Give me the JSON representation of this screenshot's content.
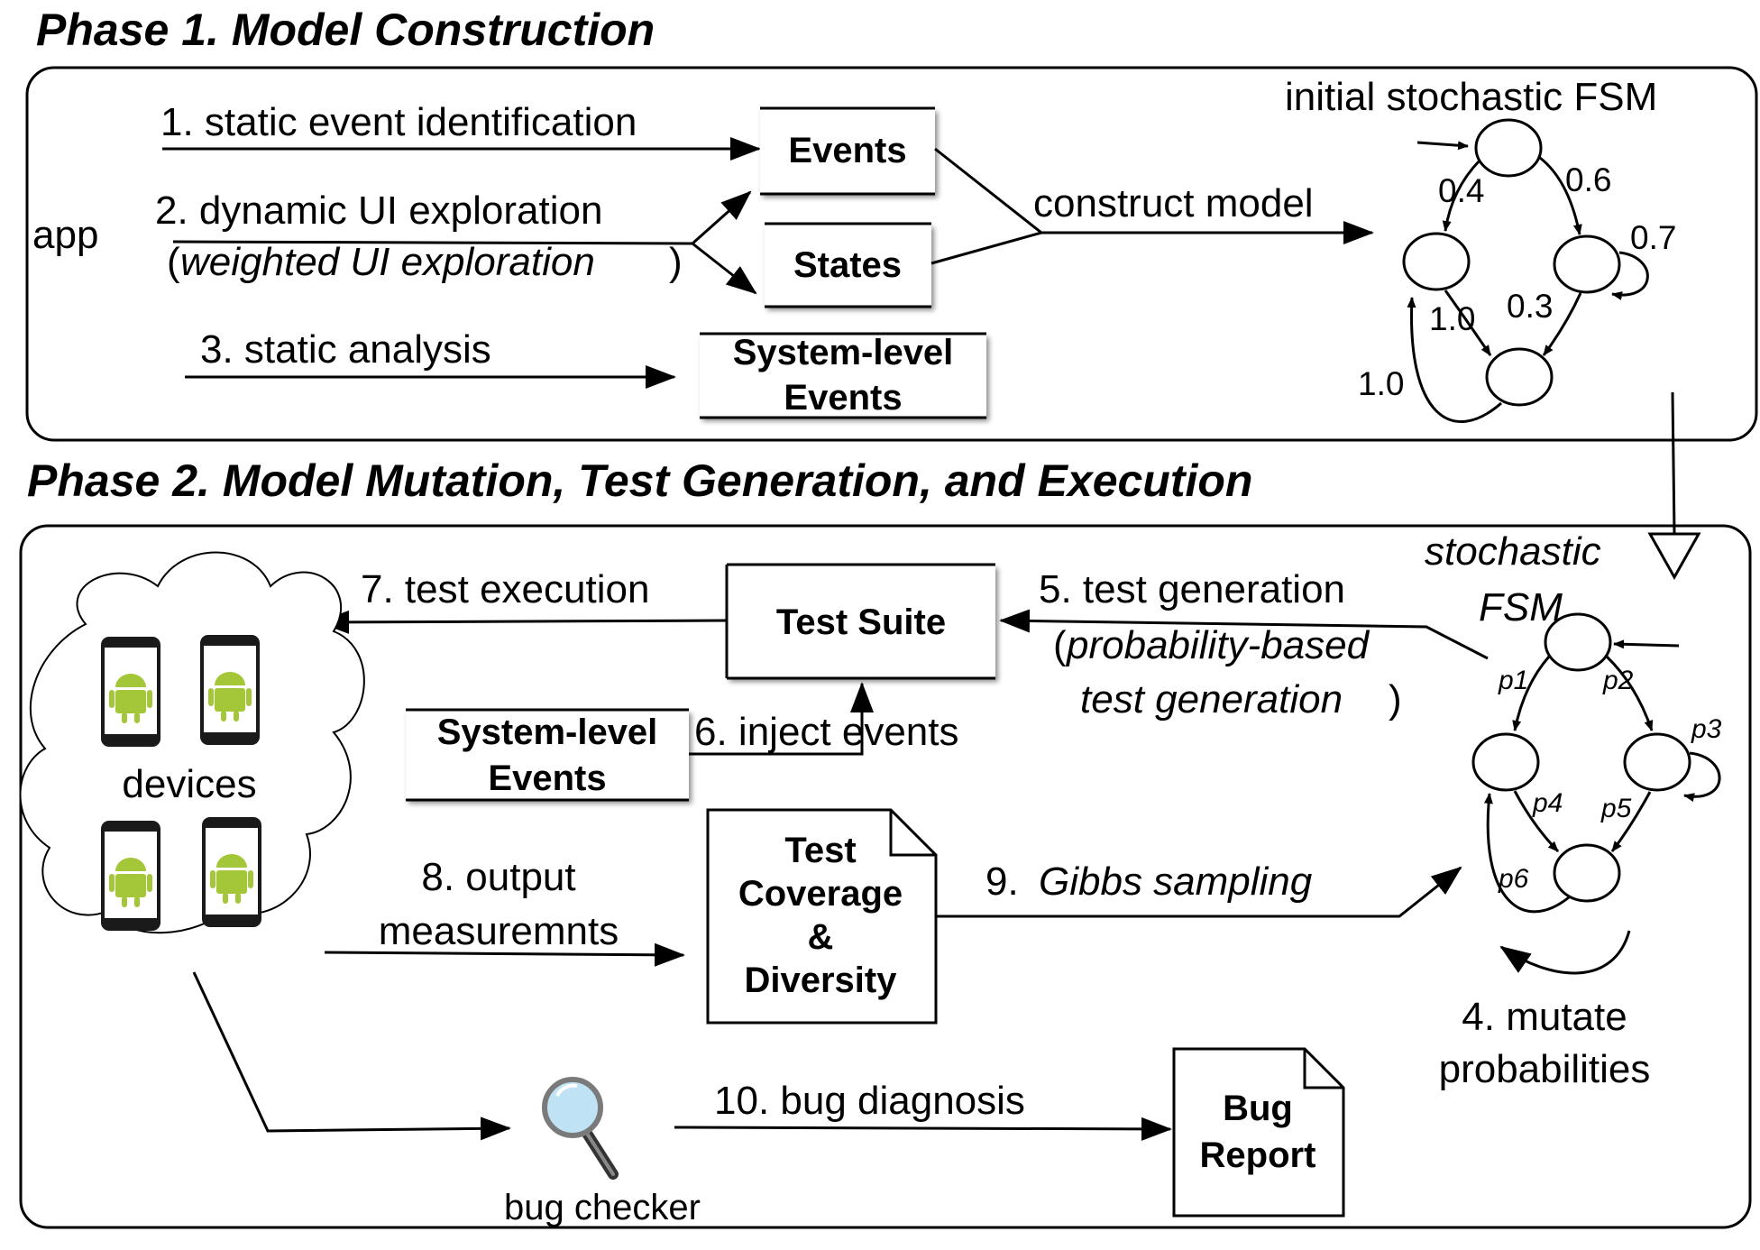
{
  "phase1": {
    "title": "Phase 1. Model Construction",
    "app_label": "app",
    "step1": "1. static event identification",
    "step2_line1": "2. dynamic UI exploration",
    "step2_line2": "weighted UI exploration",
    "step3": "3. static analysis",
    "events_box": "Events",
    "states_box": "States",
    "syslevel_line1": "System-level",
    "syslevel_line2": "Events",
    "construct_model": "construct model",
    "fsm_title": "initial stochastic FSM",
    "fsm_probs": [
      "0.4",
      "0.6",
      "0.7",
      "0.3",
      "1.0",
      "1.0"
    ]
  },
  "phase2": {
    "title": "Phase 2. Model Mutation, Test Generation, and Execution",
    "fsm_title_line1": "stochastic",
    "fsm_title_line2": "FSM",
    "fsm_probs": [
      "p1",
      "p2",
      "p3",
      "p4",
      "p5",
      "p6"
    ],
    "step4_line1": "4. mutate",
    "step4_line2": "probabilities",
    "step5_line1": "5. test generation",
    "step5_line2": "probability-based",
    "step5_line3": "test generation",
    "step6": "6. inject events",
    "step7": "7. test execution",
    "step8_line1": "8. output",
    "step8_line2": "measuremnts",
    "step9_num": "9.",
    "step9_text": "Gibbs sampling",
    "step10": "10. bug diagnosis",
    "test_suite": "Test Suite",
    "syslevel_line1": "System-level",
    "syslevel_line2": "Events",
    "coverage_lines": [
      "Test",
      "Coverage",
      "&",
      "Diversity"
    ],
    "devices_label": "devices",
    "bug_checker": "bug checker",
    "bug_report_line1": "Bug",
    "bug_report_line2": "Report"
  },
  "colors": {
    "android_green": "#a4c639",
    "phone_body": "#1a1a1a",
    "magnifier_glass": "#bfe3f5"
  }
}
